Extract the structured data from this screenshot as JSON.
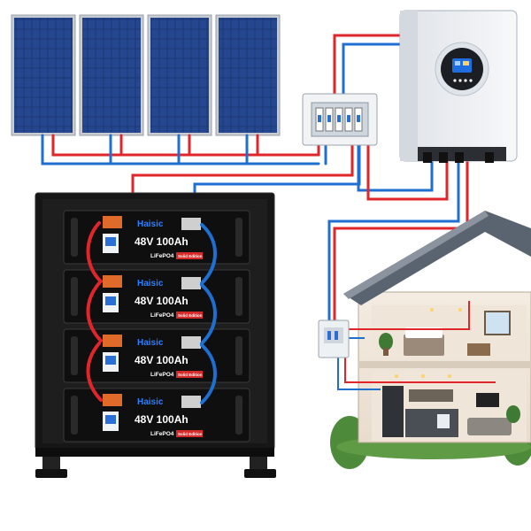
{
  "battery_modules": [
    {
      "brand": "Haisic",
      "capacity": "48V 100Ah",
      "chemistry": "LiFePO4",
      "edition": "Solid Edition"
    },
    {
      "brand": "Haisic",
      "capacity": "48V 100Ah",
      "chemistry": "LiFePO4",
      "edition": "Solid Edition"
    },
    {
      "brand": "Haisic",
      "capacity": "48V 100Ah",
      "chemistry": "LiFePO4",
      "edition": "Solid Edition"
    },
    {
      "brand": "Haisic",
      "capacity": "48V 100Ah",
      "chemistry": "LiFePO4",
      "edition": "Solid Edition"
    }
  ],
  "colors": {
    "positive_wire": "#e0262a",
    "negative_wire": "#1f6fd1",
    "panel_cell": "#1d3a7a",
    "cabinet": "#161616",
    "inverter_body": "#eef1f4",
    "roof": "#5a6470"
  },
  "icons": {
    "solar_panel": "solar-panel-icon",
    "combiner": "breaker-box-icon",
    "inverter": "inverter-icon",
    "battery": "battery-module-icon",
    "house": "house-icon"
  }
}
